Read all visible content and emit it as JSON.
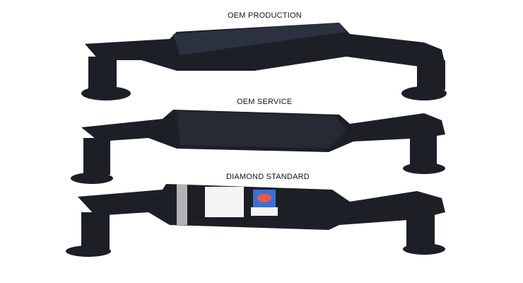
{
  "labels": {
    "top": "OEM PRODUCTION",
    "middle": "OEM SERVICE",
    "bottom": "DIAMOND STANDARD"
  },
  "colors": {
    "part": "#1c1f26",
    "highlight": "#3a4150",
    "background": "#ffffff"
  }
}
